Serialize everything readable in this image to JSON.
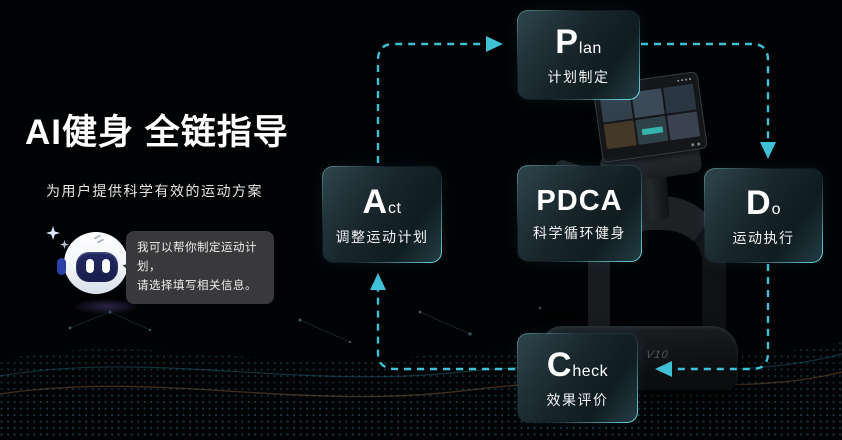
{
  "hero": {
    "title": "AI健身 全链指导",
    "subtitle": "为用户提供科学有效的运动方案"
  },
  "assistant": {
    "icon": "robot-mascot",
    "bubble": {
      "line1": "我可以帮你制定运动计划，",
      "line2": "请选择填写相关信息。"
    }
  },
  "cycle": {
    "center": {
      "big": "PDCA",
      "label": "科学循环健身"
    },
    "nodes": [
      {
        "id": "plan",
        "big": "P",
        "small": "lan",
        "label": "计划制定"
      },
      {
        "id": "do",
        "big": "D",
        "small": "o",
        "label": "运动执行"
      },
      {
        "id": "check",
        "big": "C",
        "small": "heck",
        "label": "效果评价"
      },
      {
        "id": "act",
        "big": "A",
        "small": "ct",
        "label": "调整运动计划"
      }
    ]
  },
  "treadmill": {
    "model": "V10"
  },
  "colors": {
    "background": "#000000",
    "accent_cyan": "#3fc0d6",
    "box_border_cyan": "#6fd9e6",
    "bubble_bg": "#39393c"
  }
}
